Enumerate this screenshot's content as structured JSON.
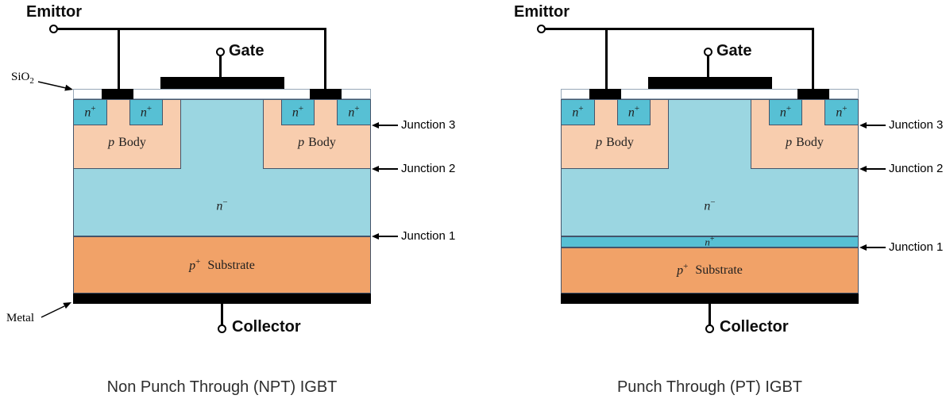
{
  "colors": {
    "n_plus": "#57C0D4",
    "n_minus": "#9BD6E1",
    "p_body": "#F8CDAE",
    "p_substrate": "#F1A268",
    "metal_black": "#000000",
    "oxide_white": "#FFFFFF",
    "region_border": "#44546A",
    "oxide_border": "#98A8B8",
    "wire": "#000000"
  },
  "diagrams": [
    {
      "id": "npt",
      "terminals": {
        "emitter": "Emittor",
        "gate": "Gate",
        "collector": "Collector"
      },
      "annotations": {
        "sio2_base": "SiO",
        "sio2_sub": "2",
        "metal": "Metal"
      },
      "regions": {
        "n_plus_base": "n",
        "n_plus_sup": "+",
        "p_body_p": "p",
        "p_body_word": "Body",
        "n_minus_base": "n",
        "n_minus_sup": "−",
        "p_sub_p": "p",
        "p_sub_sup": "+",
        "p_sub_word": "Substrate"
      },
      "junctions": [
        {
          "label": "Junction 3"
        },
        {
          "label": "Junction 2"
        },
        {
          "label": "Junction 1"
        }
      ],
      "caption": "Non Punch Through (NPT) IGBT"
    },
    {
      "id": "pt",
      "terminals": {
        "emitter": "Emittor",
        "gate": "Gate",
        "collector": "Collector"
      },
      "regions": {
        "n_plus_base": "n",
        "n_plus_sup": "+",
        "p_body_p": "p",
        "p_body_word": "Body",
        "n_minus_base": "n",
        "n_minus_sup": "−",
        "buffer_base": "n",
        "buffer_sup": "+",
        "p_sub_p": "p",
        "p_sub_sup": "+",
        "p_sub_word": "Substrate"
      },
      "junctions": [
        {
          "label": "Junction 3"
        },
        {
          "label": "Junction 2"
        },
        {
          "label": "Junction 1"
        }
      ],
      "caption": "Punch Through (PT) IGBT"
    }
  ]
}
